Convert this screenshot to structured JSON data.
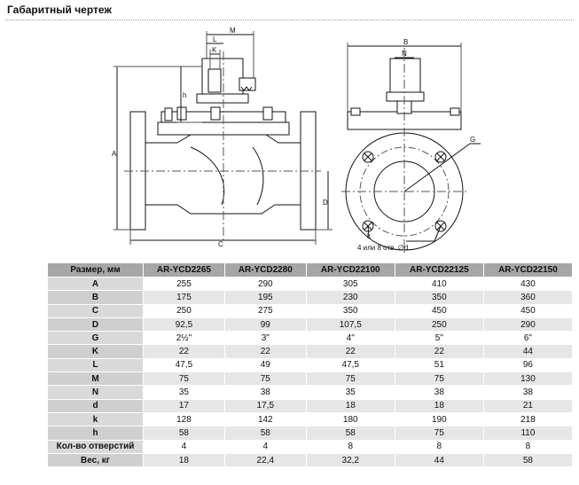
{
  "heading": "Габаритный чертеж",
  "drawing": {
    "labels": {
      "M": "M",
      "L": "L",
      "K": "K",
      "h": "h",
      "A": "A",
      "C": "C",
      "B": "B",
      "N": "N",
      "G": "G",
      "D": "D",
      "k": "k",
      "holes": "4 или 8 отв. ∅d"
    }
  },
  "table": {
    "headers": [
      "Размер, мм",
      "AR-YCD2265",
      "AR-YCD2280",
      "AR-YCD22100",
      "AR-YCD22125",
      "AR-YCD22150"
    ],
    "rows": [
      [
        "A",
        "255",
        "290",
        "305",
        "410",
        "430"
      ],
      [
        "B",
        "175",
        "195",
        "230",
        "350",
        "360"
      ],
      [
        "C",
        "250",
        "275",
        "350",
        "450",
        "450"
      ],
      [
        "D",
        "92,5",
        "99",
        "107,5",
        "250",
        "290"
      ],
      [
        "G",
        "2½\"",
        "3\"",
        "4\"",
        "5\"",
        "6\""
      ],
      [
        "K",
        "22",
        "22",
        "22",
        "22",
        "44"
      ],
      [
        "L",
        "47,5",
        "49",
        "47,5",
        "51",
        "96"
      ],
      [
        "M",
        "75",
        "75",
        "75",
        "75",
        "130"
      ],
      [
        "N",
        "35",
        "38",
        "35",
        "38",
        "38"
      ],
      [
        "d",
        "17",
        "17,5",
        "18",
        "18",
        "21"
      ],
      [
        "k",
        "128",
        "142",
        "180",
        "190",
        "218"
      ],
      [
        "h",
        "58",
        "58",
        "58",
        "75",
        "110"
      ],
      [
        "Кол-во отверстий",
        "4",
        "4",
        "8",
        "8",
        "8"
      ],
      [
        "Вес, кг",
        "18",
        "22,4",
        "32,2",
        "44",
        "58"
      ]
    ]
  }
}
